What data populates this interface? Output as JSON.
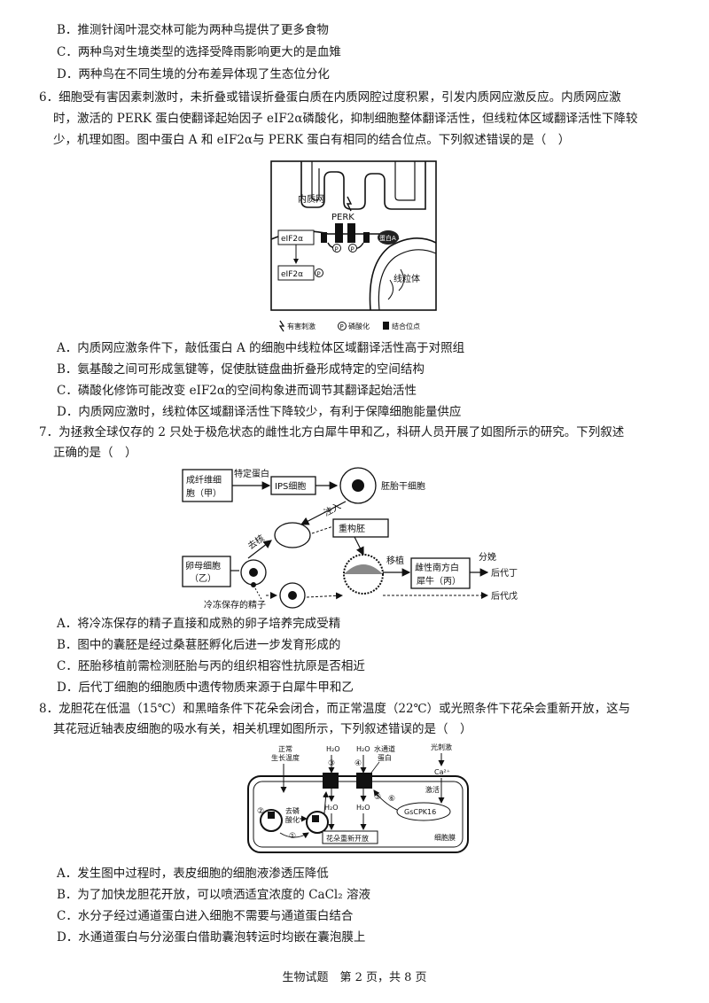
{
  "q5_opts": {
    "B": "B．推测针阔叶混交林可能为两种鸟提供了更多食物",
    "C": "C．两种鸟对生境类型的选择受降雨影响更大的是血雉",
    "D": "D．两种鸟在不同生境的分布差异体现了生态位分化"
  },
  "q6": {
    "stem1": "6．细胞受有害因素刺激时，未折叠或错误折叠蛋白质在内质网腔过度积累，引发内质网应激反应。内质网应激",
    "stem2": "时，激活的 PERK 蛋白使翻译起始因子 eIF2α磷酸化，抑制细胞整体翻译活性，但线粒体区域翻译活性下降较",
    "stem3": "少，机理如图。图中蛋白 A 和 eIF2α与 PERK 蛋白有相同的结合位点。下列叙述错误的是（　）",
    "fig": {
      "er": "内质网",
      "perk": "PERK",
      "eif": "eIF2α",
      "eifp": "eIF2α",
      "proteinA": "蛋白A",
      "mito": "线粒体",
      "p": "P",
      "legend1": "有害刺激",
      "legend2": "磷酸化",
      "legend3": "结合位点"
    },
    "A": "A．内质网应激条件下，敲低蛋白 A 的细胞中线粒体区域翻译活性高于对照组",
    "B": "B．氨基酸之间可形成氢键等，促使肽链盘曲折叠形成特定的空间结构",
    "C": "C．磷酸化修饰可能改变 eIF2α的空间构象进而调节其翻译起始活性",
    "D": "D．内质网应激时，线粒体区域翻译活性下降较少，有利于保障细胞能量供应"
  },
  "q7": {
    "stem1": "7．为拯救全球仅存的 2 只处于极危状态的雌性北方白犀牛甲和乙，科研人员开展了如图所示的研究。下列叙述",
    "stem2": "正确的是（　）",
    "fig": {
      "fibro1": "成纤维细",
      "fibro2": "胞（甲）",
      "special": "特定蛋白",
      "ips": "IPS细胞",
      "es": "胚胎干细胞",
      "inject": "注入",
      "enuc": "去核",
      "recon": "重构胚",
      "oocyte1": "卵母细胞",
      "oocyte2": "（乙）",
      "transplant": "移植",
      "female1": "雌性南方白",
      "female2": "犀牛（丙）",
      "birth": "分娩",
      "offD": "后代丁",
      "offW": "后代戊",
      "sperm": "冷冻保存的精子"
    },
    "A": "A．将冷冻保存的精子直接和成熟的卵子培养完成受精",
    "B": "B．图中的囊胚是经过桑葚胚孵化后进一步发育形成的",
    "C": "C．胚胎移植前需检测胚胎与丙的组织相容性抗原是否相近",
    "D": "D．后代丁细胞的细胞质中遗传物质来源于白犀牛甲和乙"
  },
  "q8": {
    "stem1": "8．龙胆花在低温（15℃）和黑暗条件下花朵会闭合，而正常温度（22℃）或光照条件下花朵会重新开放，这与",
    "stem2": "其花冠近轴表皮细胞的吸水有关，相关机理如图所示，下列叙述错误的是（　）",
    "fig": {
      "normal1": "正常",
      "normal2": "生长温度",
      "water1": "水通道",
      "water2": "蛋白",
      "light": "光刺激",
      "ca": "Ca²⁺",
      "activate": "激活",
      "gcpk": "GsCPK16",
      "dephos1": "去磷",
      "dephos2": "酸化",
      "h2o": "H₂O",
      "n1": "①",
      "n2": "②",
      "n3": "③",
      "n4": "④",
      "n5": "⑤",
      "n6": "⑥",
      "reopen": "花朵重新开放",
      "membrane": "细胞膜"
    },
    "A": "A．发生图中过程时，表皮细胞的细胞液渗透压降低",
    "B": "B．为了加快龙胆花开放，可以喷洒适宜浓度的 CaCl₂ 溶液",
    "C": "C．水分子经过通道蛋白进入细胞不需要与通道蛋白结合",
    "D": "D．水通道蛋白与分泌蛋白借助囊泡转运时均嵌在囊泡膜上"
  },
  "footer": "生物试题　第 2 页，共 8 页"
}
